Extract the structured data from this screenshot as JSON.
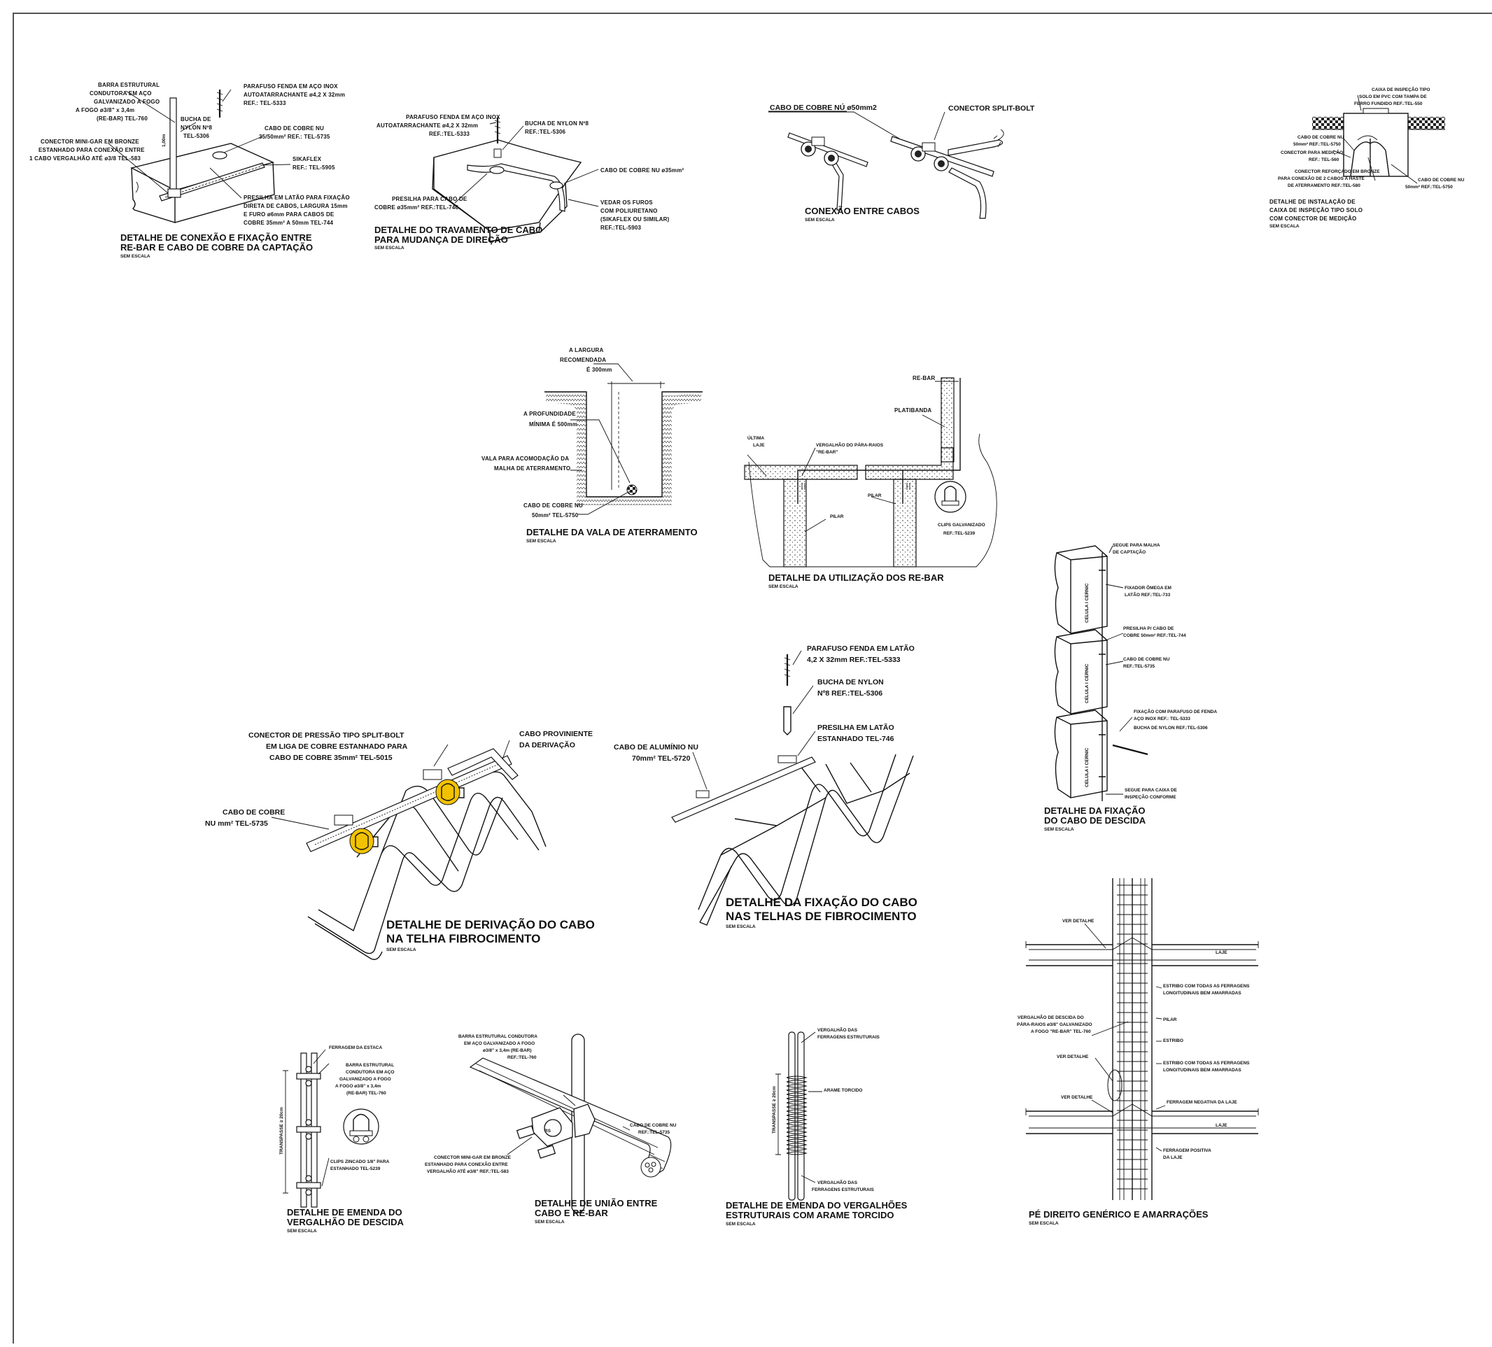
{
  "sheet": {
    "border_color": "#555555",
    "accent_color": "#f2c200"
  },
  "d1": {
    "labels": [
      "BARRA ESTRUTURAL",
      "CONDUTORA EM AÇO",
      "GALVANIZADO A FOGO",
      "A FOGO ø3/8\" x 3,4m",
      "(RE-BAR) TEL-760",
      "PARAFUSO FENDA EM AÇO INOX",
      "AUTOATARRACHANTE ø4,2 X 32mm",
      "REF.: TEL-5333",
      "BUCHA DE",
      "NYLON Nº8",
      "TEL-5306",
      "CABO DE COBRE NU",
      "35/50mm² REF.: TEL-5735",
      "CONECTOR MINI-GAR EM BRONZE",
      "ESTANHADO PARA CONEXÃO ENTRE",
      "1 CABO VERGALHÃO ATÉ ø3/8 TEL-583",
      "SIKAFLEX",
      "REF.: TEL-5905",
      "PRESILHA EM LATÃO PARA FIXAÇÃO",
      "DIRETA DE CABOS, LARGURA 15mm",
      "E FURO ø6mm PARA CABOS DE",
      "COBRE 35mm² A 50mm TEL-744"
    ],
    "title_1": "DETALHE DE CONEXÃO E FIXAÇÃO ENTRE",
    "title_2": "RE-BAR E CABO DE COBRE DA CAPTAÇÃO",
    "scale": "SEM ESCALA"
  },
  "d2": {
    "labels": [
      "PARAFUSO FENDA EM AÇO INOX",
      "AUTOATARRACHANTE ø4,2 X 32mm",
      "REF.:TEL-5333",
      "BUCHA DE NYLON Nº8",
      "REF.:TEL-5306",
      "CABO DE COBRE NU ø35mm²",
      "PRESILHA PARA CABO DE",
      "COBRE ø35mm² REF.:TEL-746",
      "VEDAR OS FUROS",
      "COM POLIURETANO",
      "(SIKAFLEX OU SIMILAR)",
      "REF.:TEL-5903"
    ],
    "title_1": "DETALHE DO TRAVAMENTO DE CABO",
    "title_2": "PARA MUDANÇA DE DIREÇÃO",
    "scale": "SEM ESCALA"
  },
  "d3": {
    "labels": [
      "CABO DE COBRE NÚ ø50mm2",
      "CONECTOR SPLIT-BOLT"
    ],
    "title": "CONEXÃO ENTRE CABOS",
    "scale": "SEM ESCALA"
  },
  "d4": {
    "labels": [
      "CAIXA DE INSPEÇÃO TIPO",
      "SOLO EM PVC COM TAMPA DE",
      "FERRO FUNDIDO REF.:TEL-550",
      "CABO DE COBRE NU",
      "50mm² REF.:TEL-5750",
      "CONECTOR PARA MEDIÇÃO",
      "REF.: TEL-560",
      "CONECTOR REFORÇADO EM BRONZE",
      "PARA CONEXÃO DE 2 CABOS A HASTE",
      "DE ATERRAMENTO REF.:TEL-580",
      "CABO DE COBRE NU",
      "50mm² REF.:TEL-5750"
    ],
    "title_1": "DETALHE DE INSTALAÇÃO DE",
    "title_2": "CAIXA DE INSPEÇÃO TIPO SOLO",
    "title_3": "COM CONECTOR DE MEDIÇÃO",
    "scale": "SEM ESCALA"
  },
  "d5": {
    "labels": [
      "A LARGURA",
      "RECOMENDADA",
      "É 300mm",
      "A PROFUNDIDADE",
      "MÍNIMA É 500mm",
      "VALA PARA ACOMODAÇÃO DA",
      "MALHA DE ATERRAMENTO",
      "CABO DE COBRE NU",
      "50mm² TEL-5750"
    ],
    "title": "DETALHE DA VALA DE ATERRAMENTO",
    "scale": "SEM ESCALA"
  },
  "d6": {
    "labels": [
      "RE-BAR",
      "PLATIBANDA",
      "ÚLTIMA",
      "LAJE",
      "VERGALHÃO DO PÁRA-RAIOS",
      "\"RE-BAR\"",
      "PILAR",
      "PILAR",
      "CLIPS GALVANIZADO",
      "REF.:TEL-5239"
    ],
    "title": "DETALHE DA UTILIZAÇÃO DOS RE-BAR",
    "scale": "SEM ESCALA"
  },
  "d7": {
    "labels": [
      "SEGUE PARA MALHA",
      "DE CAPTAÇÃO",
      "FIXADOR ÔMEGA EM",
      "LATÃO REF.:TEL-733",
      "PRESILHA P/ CABO DE",
      "COBRE 50mm² REF.:TEL-744",
      "CABO DE COBRE NU",
      "REF.:TEL-5735",
      "FIXAÇÃO COM PARAFUSO DE FENDA",
      "AÇO INOX REF.: TEL-5333",
      "BUCHA DE NYLON REF.:TEL-5306",
      "SEGUE PARA CAIXA DE",
      "INSPEÇÃO CONFORME"
    ],
    "title_1": "DETALHE DA FIXAÇÃO",
    "title_2": "DO CABO DE DESCIDA",
    "scale": "SEM ESCALA"
  },
  "d8": {
    "labels": [
      "CONECTOR DE PRESSÃO TIPO SPLIT-BOLT",
      "EM LIGA DE COBRE ESTANHADO PARA",
      "CABO DE   COBRE 35mm² TEL-5015",
      "CABO PROVINIENTE",
      "DA DERIVAÇÃO",
      "CABO DE COBRE",
      "NU      mm² TEL-5735"
    ],
    "title_1": "DETALHE DE DERIVAÇÃO DO CABO",
    "title_2": "NA TELHA FIBROCIMENTO",
    "scale": "SEM ESCALA"
  },
  "d9": {
    "labels": [
      "PARAFUSO FENDA EM LATÃO",
      "4,2 X 32mm REF.:TEL-5333",
      "BUCHA DE NYLON",
      "Nº8 REF.:TEL-5306",
      "PRESILHA EM LATÃO",
      "ESTANHADO TEL-746",
      "CABO DE ALUMÍNIO NU",
      "70mm² TEL-5720"
    ],
    "title_1": "DETALHE DA FIXAÇÃO DO CABO",
    "title_2": "NAS TELHAS DE FIBROCIMENTO",
    "scale": "SEM ESCALA"
  },
  "d10": {
    "labels": [
      "FERRAGEM DA ESTACA",
      "BARRA ESTRUTURAL",
      "CONDUTORA EM AÇO",
      "GALVANIZADO A FOGO",
      "A FOGO ø3/8\" x 3,4m",
      "(RE-BAR) TEL-760",
      "TRANSPASSE ≥ 20cm",
      "CLIPS ZINCADO 1/8\" PARA",
      "ESTANHADO TEL-5239"
    ],
    "title_1": "DETALHE DE EMENDA DO",
    "title_2": "VERGALHÃO DE DESCIDA",
    "scale": "SEM ESCALA"
  },
  "d11": {
    "labels": [
      "BARRA ESTRUTURAL CONDUTORA",
      "EM AÇO GALVANIZADO A FOGO",
      "ø3/8\" x 3,4m (RE-BAR)",
      "REF.:TEL-760",
      "CABO DE COBRE NU",
      "REF.:TEL-5735",
      "CONECTOR MINI-GAR EM BRONZE",
      "ESTANHADO PARA CONEXÃO ENTRE",
      "VERGALHÃO ATÉ ø3/8\" REF.:TEL-583"
    ],
    "title_1": "DETALHE DE UNIÃO ENTRE",
    "title_2": "CABO E RE-BAR",
    "scale": "SEM ESCALA"
  },
  "d12": {
    "labels": [
      "VERGALHÃO DAS",
      "FERRAGENS ESTRUTURAIS",
      "ARAME TORCIDO",
      "TRANSPASSE ≥ 20cm",
      "VERGALHÃO DAS",
      "FERRAGENS ESTRUTURAIS"
    ],
    "title_1": "DETALHE DE EMENDA DO VERGALHÕES",
    "title_2": "ESTRUTURAIS COM ARAME TORCIDO",
    "scale": "SEM ESCALA"
  },
  "d13": {
    "labels": [
      "VER DETALHE",
      "LAJE",
      "ESTRIBO COM TODAS AS FERRAGENS",
      "LONGITUDINAIS BEM AMARRADAS",
      "PILAR",
      "VERGALHÃO DE DESCIDA DO",
      "PÁRA-RAIOS ø3/8\" GALVANIZADO",
      "A FOGO \"RE-BAR\" TEL-760",
      "ESTRIBO",
      "VER DETALHE",
      "ESTRIBO COM TODAS AS FERRAGENS",
      "LONGITUDINAIS BEM AMARRADAS",
      "VER DETALHE",
      "FERRAGEM NEGATIVA DA LAJE",
      "LAJE",
      "FERRAGEM POSITIVA",
      "DA LAJE"
    ],
    "title": "PÉ DIREITO GENÉRICO E AMARRAÇÕES",
    "scale": "SEM ESCALA"
  }
}
